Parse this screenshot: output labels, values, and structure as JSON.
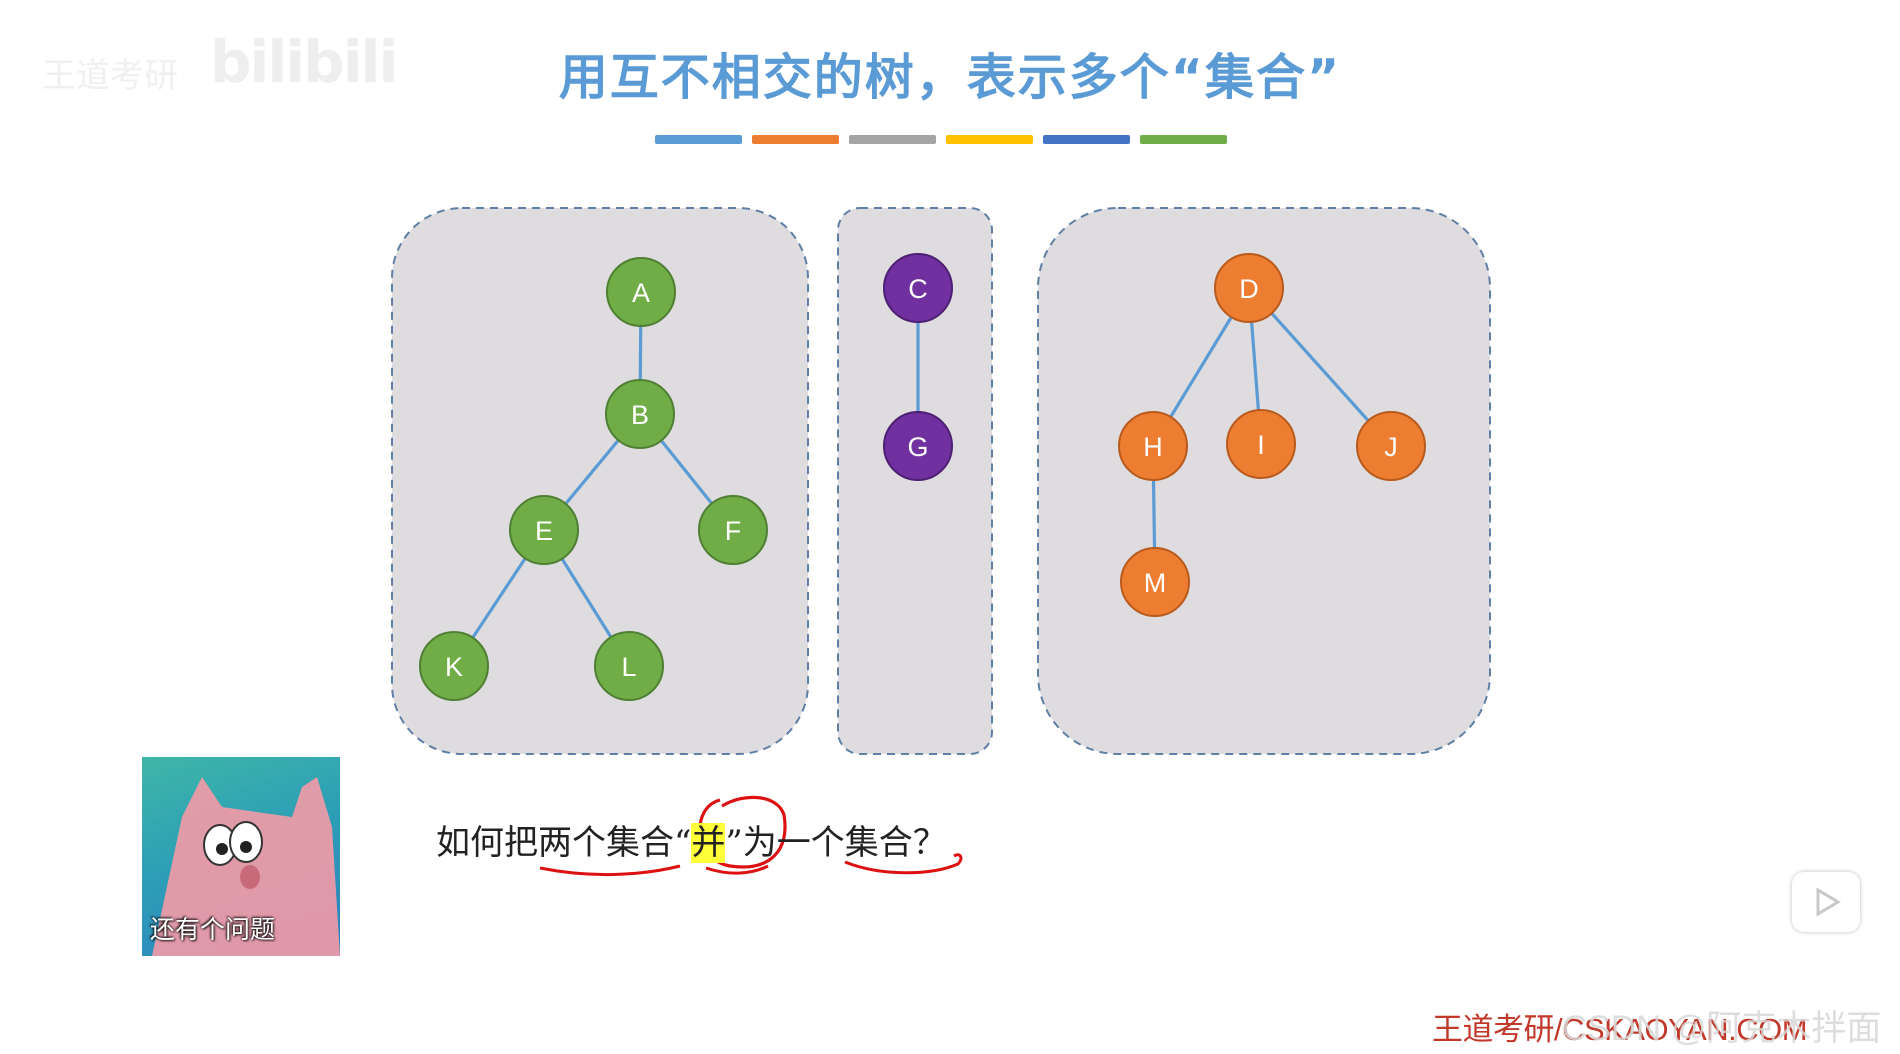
{
  "title": "用互不相交的树，表示多个“集合”",
  "watermark_brand": "bilibili",
  "watermark_left": "王道考研",
  "color_bar": [
    "#5b9bd5",
    "#ed7d31",
    "#a5a5a5",
    "#ffc000",
    "#4472c4",
    "#70ad47"
  ],
  "trees": [
    {
      "nodes": [
        "A",
        "B",
        "E",
        "F",
        "K",
        "L"
      ],
      "color": "#70ad47"
    },
    {
      "nodes": [
        "C",
        "G"
      ],
      "color": "#7030a0"
    },
    {
      "nodes": [
        "D",
        "H",
        "I",
        "J",
        "M"
      ],
      "color": "#ed7d31"
    }
  ],
  "question": {
    "part1": "如何把两个集合",
    "open_quote": "“",
    "highlight": "并",
    "close_quote": "”",
    "part2": "为一个集合？"
  },
  "meme_caption": "还有个问题",
  "footer": "王道考研/CSKAOYAN.COM",
  "csdn_watermark": "CSDN @阿克木拌面"
}
